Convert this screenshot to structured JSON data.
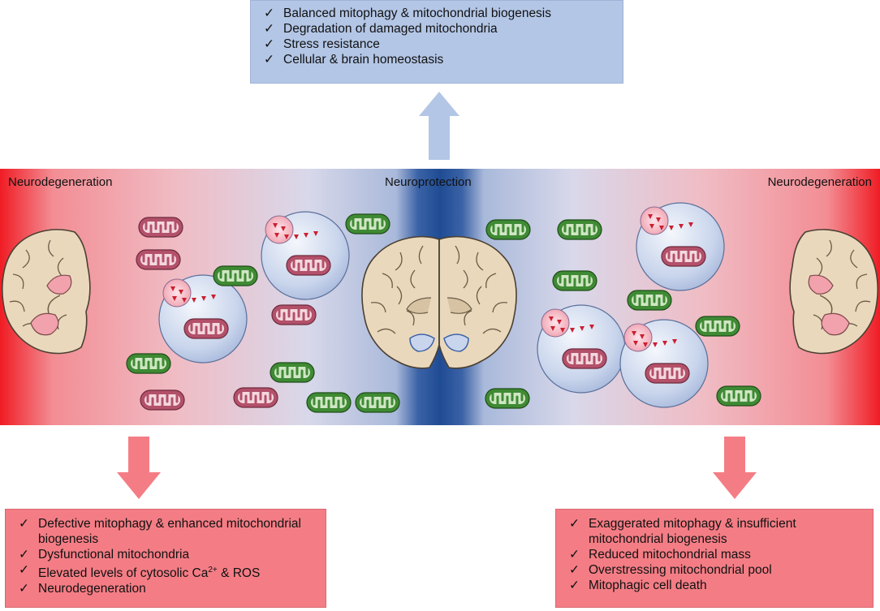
{
  "top_box": {
    "items": [
      "Balanced mitophagy & mitochondrial biogenesis",
      "Degradation of damaged mitochondria",
      "Stress resistance",
      "Cellular & brain homeostasis"
    ],
    "color": "#b3c6e6"
  },
  "band": {
    "left_label": "Neurodegeneration",
    "center_label": "Neuroprotection",
    "right_label": "Neurodegeneration"
  },
  "left_box": {
    "items": [
      {
        "text": "Defective mitophagy & enhanced mitochondrial biogenesis"
      },
      {
        "text": "Dysfunctional mitochondria"
      },
      {
        "pre": "Elevated levels of cytosolic Ca",
        "sup": "2+",
        "post": " & ROS"
      },
      {
        "text": "Neurodegeneration"
      }
    ],
    "color": "#f47d85"
  },
  "right_box": {
    "items": [
      "Exaggerated mitophagy & insufficient mitochondrial biogenesis",
      "Reduced mitochondrial mass",
      "Overstressing mitochondrial pool",
      "Mitophagic cell death"
    ],
    "color": "#f47d85"
  },
  "check_glyph": "✓",
  "colors": {
    "degeneration": "#f01c24",
    "protection": "#1f4c94",
    "healthy_mito": "#3f8a34",
    "damaged_mito": "#b3506a",
    "arrow_up": "#b3c6e6",
    "arrow_down": "#f47d85"
  }
}
